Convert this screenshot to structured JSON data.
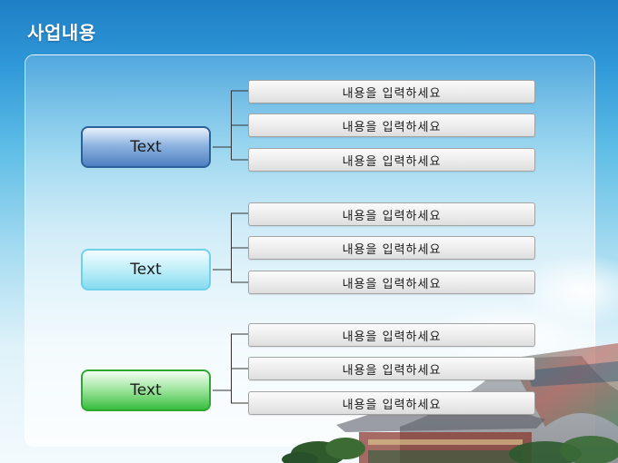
{
  "slide": {
    "title": "사업내용"
  },
  "groups": [
    {
      "label": "Text",
      "items": [
        "내용을 입력하세요",
        "내용을 입력하세요",
        "내용을 입력하세요"
      ]
    },
    {
      "label": "Text",
      "items": [
        "내용을 입력하세요",
        "내용을 입력하세요",
        "내용을 입력하세요"
      ]
    },
    {
      "label": "Text",
      "items": [
        "내용을 입력하세요",
        "내용을 입력하세요",
        "내용을 입력하세요"
      ]
    }
  ],
  "colors": {
    "node_1": "#4d7fc1",
    "node_2": "#86dcf0",
    "node_3": "#39bd3e",
    "connector": "#333333"
  }
}
